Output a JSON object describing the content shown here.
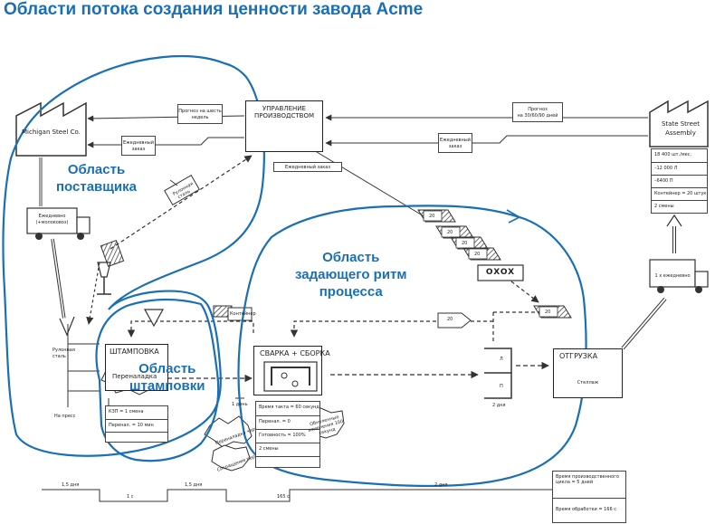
{
  "title": "Области потока создания ценности завода Acme",
  "regions": {
    "supplier": [
      "Область",
      "поставщика"
    ],
    "pacemaker": [
      "Область",
      "задающего ритм",
      "процесса"
    ],
    "stamping": [
      "Область",
      "штамповки"
    ]
  },
  "supplier": {
    "name": "Michigan Steel Co."
  },
  "production_control": {
    "title_line1": "УПРАВЛЕНИЕ",
    "title_line2": "ПРОИЗВОДСТВОМ"
  },
  "customer": {
    "name_line1": "State Street",
    "name_line2": "Assembly",
    "rows": [
      "18 400 шт./мес.",
      "–12 000 Л",
      "–6400 П",
      "Контейнер = 20 штук",
      "2 смены"
    ]
  },
  "info_flows": {
    "forecast_supplier_line1": "Прогноз на шесть",
    "forecast_supplier_line2": "недель",
    "daily_order_supplier_line1": "Ежедневный",
    "daily_order_supplier_line2": "заказ",
    "forecast_customer_line1": "Прогноз",
    "forecast_customer_line2": "на 30/60/90 дней",
    "daily_order_customer_line1": "Ежедневный",
    "daily_order_customer_line2": "заказ",
    "daily_order_shipping": "Ежедневный заказ"
  },
  "trucks": {
    "inbound_line1": "Ежедневно",
    "inbound_line2": "(+молоковоз)",
    "outbound": "1 х ежедневно"
  },
  "kanban": {
    "supplier_kanban_line1": "Рулонная",
    "supplier_kanban_line2": "сталь",
    "post_kanban": "Рулонная",
    "cards": [
      "20",
      "20",
      "20",
      "20",
      "20"
    ],
    "oxox": "OXOX",
    "pull_card": "20",
    "batch_kanban": "Контейнер"
  },
  "processes": {
    "stamping": {
      "name": "ШТАМПОВКА",
      "changeover_burst": "Переналадка",
      "rows": [
        "КЗП = 1 смена",
        "Перенал. = 10 мин"
      ]
    },
    "welding": {
      "name": "СВАРКА + СБОРКА",
      "rows": [
        "Время такта = 60 секунд",
        "Перенал. = 0",
        "Готовность = 100%",
        "2 смены"
      ],
      "kaizen": "Обнуленные изменения 100 секунд"
    },
    "shipping": {
      "name": "ОТГРУЗКА",
      "sub": "Стеллаж"
    }
  },
  "inventory": {
    "coil_line1": "Рулонная",
    "coil_line2": "сталь",
    "at_press": "На пресс",
    "finished_top": "Л",
    "finished_bottom": "П",
    "finished_days": "2 дня",
    "weld_days": "1 день"
  },
  "kaizen_bursts": {
    "stamping_1": "Переналадка через 10 минут",
    "stamping_2": "Сокращение переналадки"
  },
  "timeline": {
    "top": [
      "1,5 дня",
      "1,5 дня",
      "2 дня"
    ],
    "bottom": [
      "1 с",
      "165 с"
    ],
    "lead_time": "Время производственного цикла = 5 дней",
    "process_time": "Время обработки = 166 с"
  }
}
